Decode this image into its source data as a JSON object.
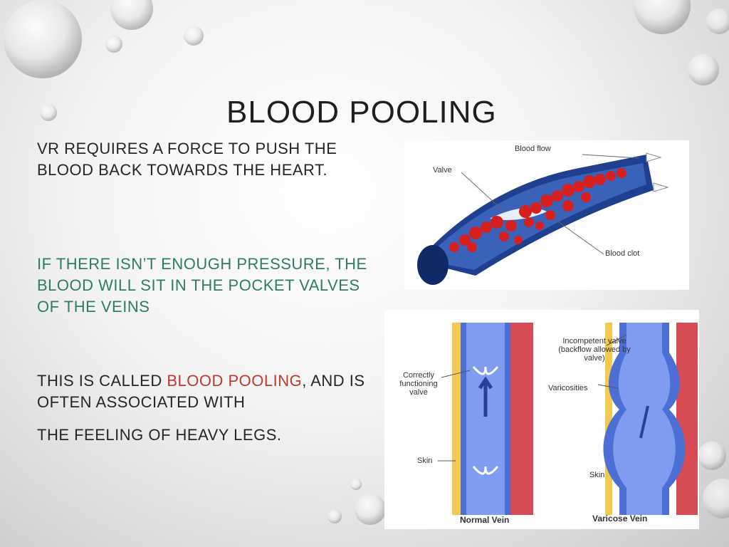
{
  "slide": {
    "title": "BLOOD POOLING",
    "paragraph1": "VR REQUIRES A FORCE TO PUSH THE BLOOD BACK TOWARDS THE HEART.",
    "paragraph2": "IF THERE ISN’T ENOUGH PRESSURE, THE BLOOD WILL SIT IN THE POCKET VALVES OF THE VEINS",
    "paragraph3_prefix": "THIS IS CALLED ",
    "paragraph3_highlight": "BLOOD POOLING",
    "paragraph3_suffix": ", AND IS OFTEN ASSOCIATED WITH",
    "paragraph3_line2": "THE FEELING OF HEAVY LEGS."
  },
  "figure1": {
    "label_blood_flow": "Blood flow",
    "label_valve": "Valve",
    "label_blood_clot": "Blood clot"
  },
  "figure2": {
    "label_incompetent": "Incompetent valve (backflow allowed by valve)",
    "label_correct": "Correctly functioning valve",
    "label_varicosities": "Varicosities",
    "label_skin_left": "Skin",
    "label_skin_right": "Skin",
    "label_normal_vein": "Normal Vein",
    "label_varicose_vein": "Varicose Vein"
  },
  "colors": {
    "highlight": "#c0392b",
    "green_text": "#2e7d5b",
    "vein_blue": "#1f3f8f",
    "blood_red": "#d62020"
  }
}
